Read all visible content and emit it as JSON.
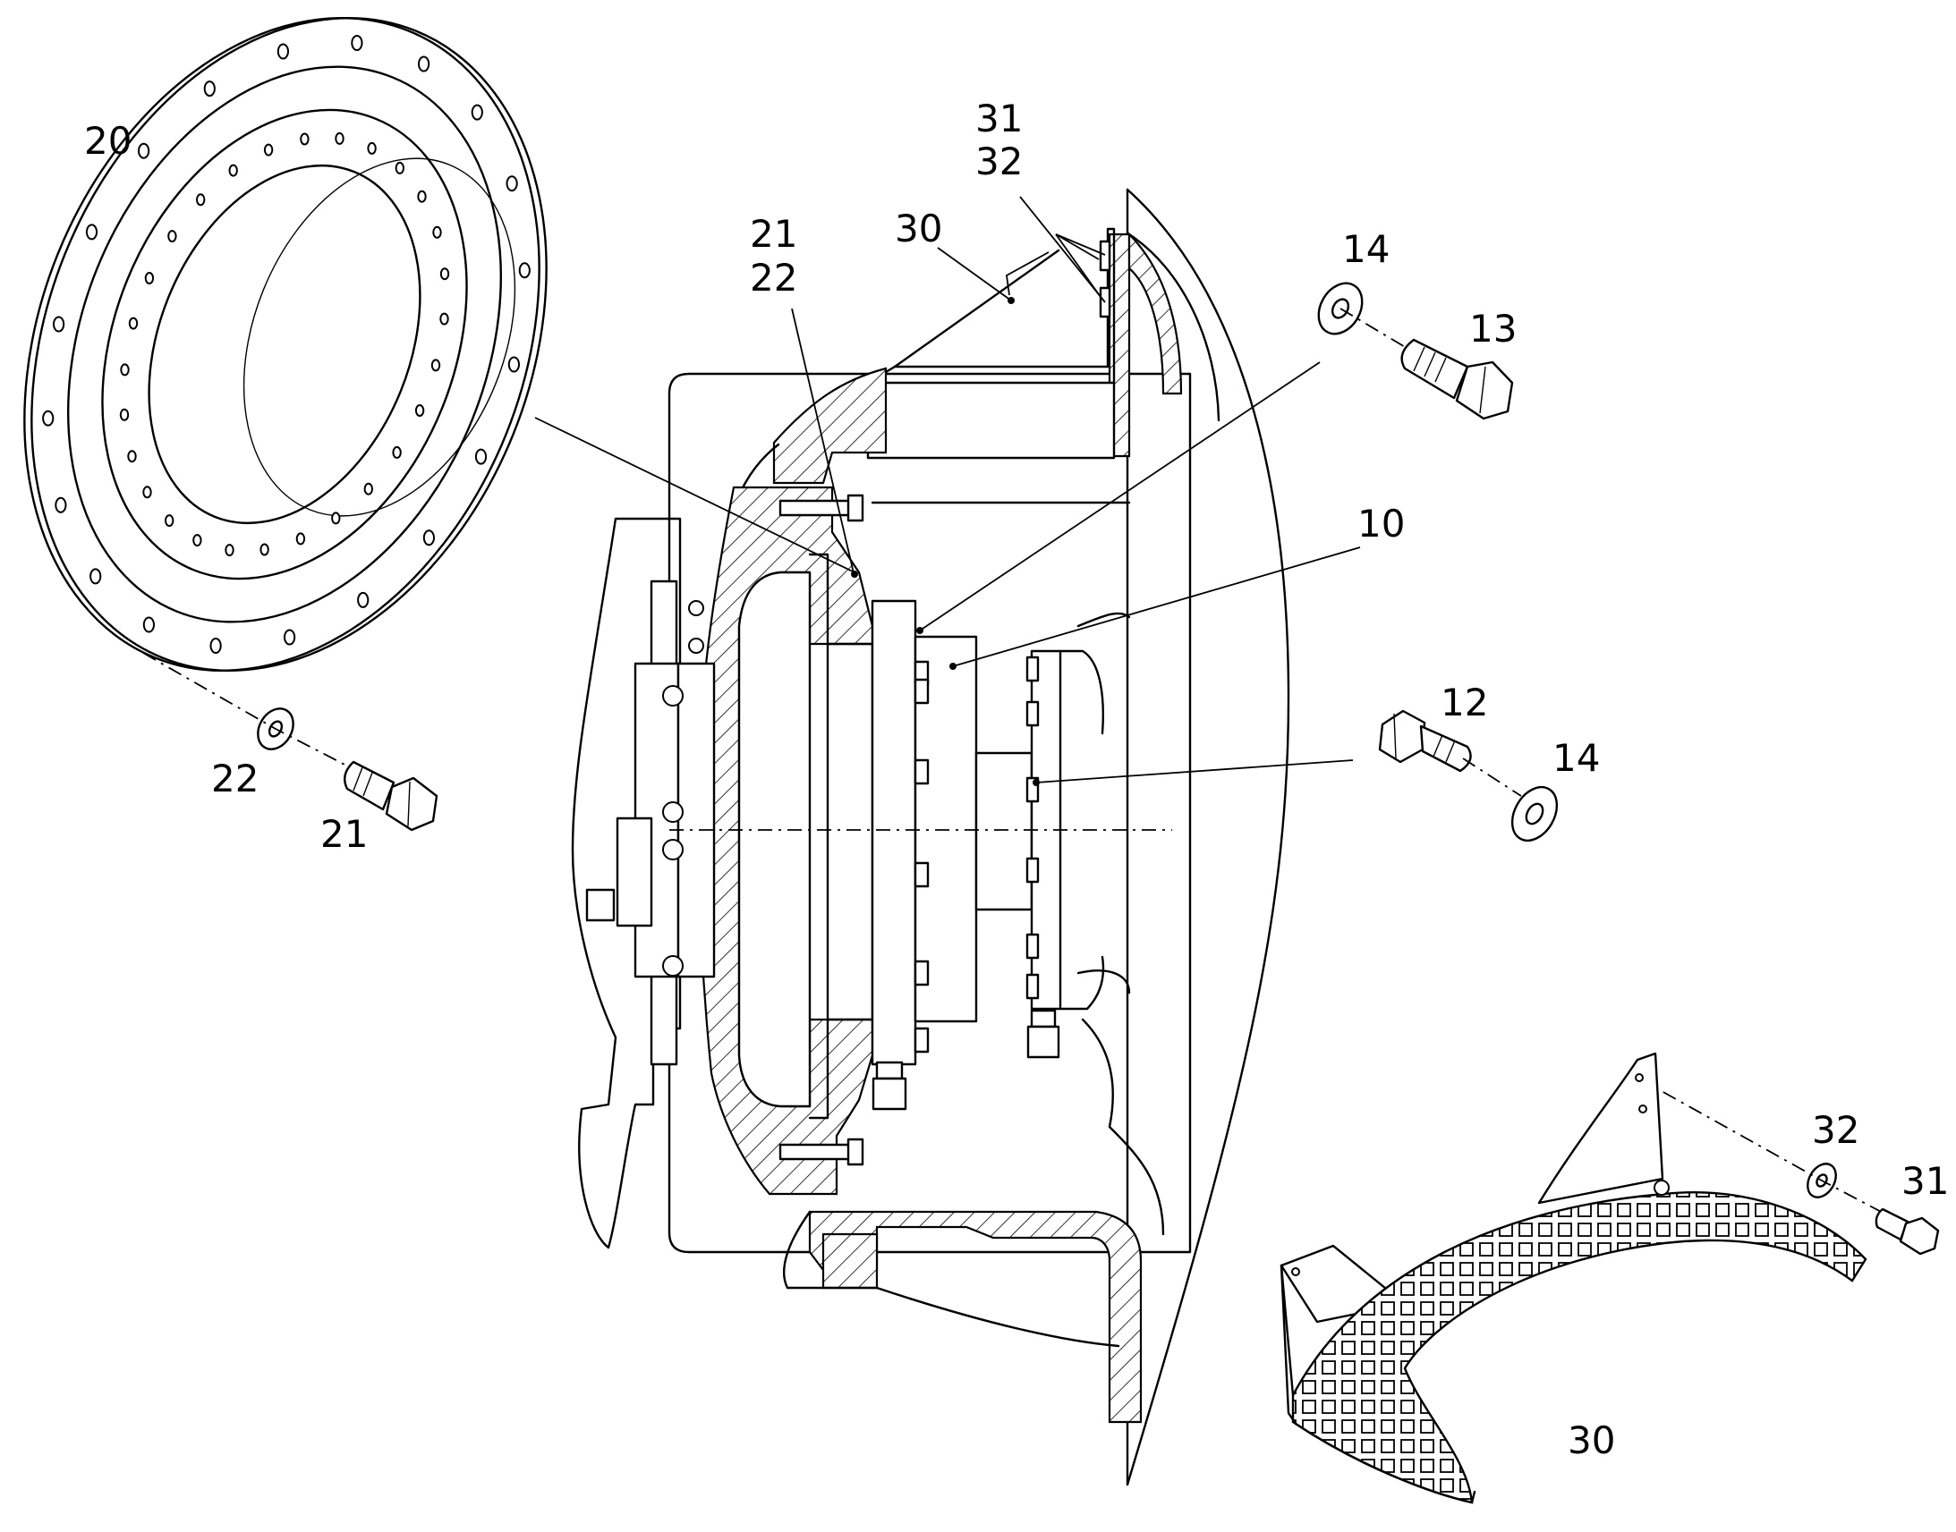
{
  "callouts": {
    "c20": "20",
    "c31_top": "31",
    "c32_top": "32",
    "c30_top": "30",
    "c21_top": "21",
    "c22_top": "22",
    "c14_top": "14",
    "c13": "13",
    "c10": "10",
    "c12": "12",
    "c14_mid": "14",
    "c22_left": "22",
    "c21_left": "21",
    "c32_right": "32",
    "c31_right": "31",
    "c30_bottom": "30"
  },
  "colors": {
    "line": "#000000",
    "background": "#ffffff"
  }
}
